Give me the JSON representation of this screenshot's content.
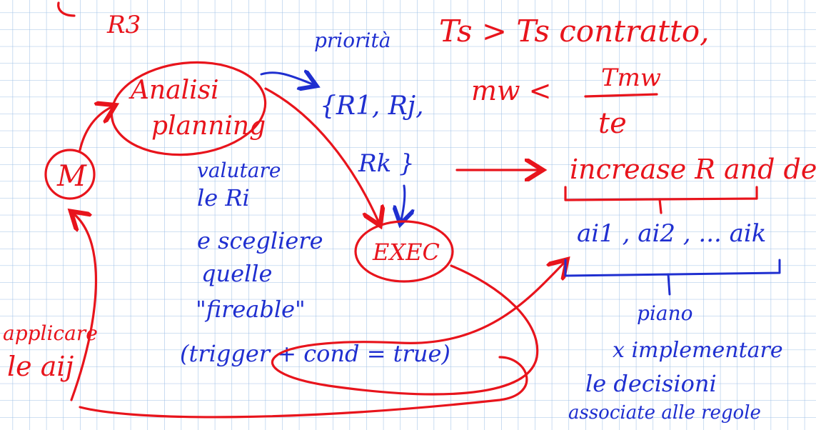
{
  "notes": {
    "r3": "R3",
    "condition_line1": "Ts > Ts contratto,",
    "condition_line2_left": "mw <",
    "fraction_num": "Tmw",
    "fraction_den": "te",
    "analysis_l1": "Analisi",
    "analysis_l2": "planning",
    "monitor": "M",
    "priority": "priorità",
    "rules_l1": "{R1, Rj,",
    "rules_l2": "Rk }",
    "evaluate_l1": "valutare",
    "evaluate_l2": "le Ri",
    "evaluate_l3": "e scegliere",
    "evaluate_l4": "quelle",
    "evaluate_l5": "\"fireable\"",
    "evaluate_l6": "(trigger + cond = true)",
    "exec": "EXEC",
    "increase": "increase R and degree",
    "actions": "ai1 , ai2 , ... aik",
    "plan_l1": "piano",
    "plan_l2": "x implementare",
    "plan_l3": "le decisioni",
    "plan_l4": "associate alle regole",
    "apply_l1": "applicare",
    "apply_l2": "le aij"
  },
  "colors": {
    "red_ink": "#e8141c",
    "blue_ink": "#1f2fd0",
    "grid": "#9fc0e6"
  }
}
